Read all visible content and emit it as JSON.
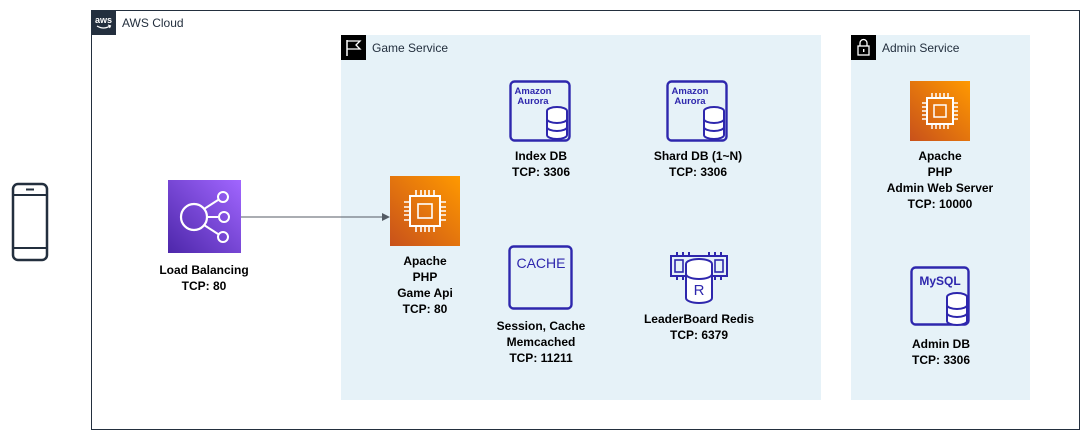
{
  "cloud": {
    "title": "AWS Cloud",
    "icon": "aws-logo-icon",
    "logo_text": "aws"
  },
  "game_service": {
    "title": "Game Service",
    "icon": "flag-icon"
  },
  "admin_service": {
    "title": "Admin Service",
    "icon": "lock-icon"
  },
  "client": {
    "icon": "mobile-phone-icon"
  },
  "load_balancer": {
    "icon": "elastic-load-balancing-icon",
    "lines": [
      "Load Balancing",
      "TCP: 80"
    ]
  },
  "game_api": {
    "icon": "ec2-instance-icon",
    "lines": [
      "Apache",
      "PHP",
      "Game Api",
      "TCP: 80"
    ]
  },
  "index_db": {
    "icon": "amazon-aurora-icon",
    "icon_text": [
      "Amazon",
      "Aurora"
    ],
    "lines": [
      "Index DB",
      "TCP: 3306"
    ]
  },
  "shard_db": {
    "icon": "amazon-aurora-icon",
    "icon_text": [
      "Amazon",
      "Aurora"
    ],
    "lines": [
      "Shard DB (1~N)",
      "TCP: 3306"
    ]
  },
  "session_cache": {
    "icon": "elasticache-icon",
    "icon_text": "CACHE",
    "lines": [
      "Session, Cache",
      "Memcached",
      "TCP: 11211"
    ]
  },
  "leaderboard": {
    "icon": "redis-icon",
    "icon_text": "R",
    "lines": [
      "LeaderBoard Redis",
      "TCP: 6379"
    ]
  },
  "admin_web": {
    "icon": "ec2-instance-icon",
    "lines": [
      "Apache",
      "PHP",
      "Admin Web Server",
      "TCP: 10000"
    ]
  },
  "admin_db": {
    "icon": "rds-mysql-icon",
    "icon_text": "MySQL",
    "lines": [
      "Admin DB",
      "TCP: 3306"
    ]
  },
  "colors": {
    "navy": "#232F3E",
    "group_fill": "#E6F2F8",
    "purple": "#8C4FFF",
    "orange": "#ED7100",
    "db_blue": "#2E27AD",
    "edge": "#545B64"
  }
}
